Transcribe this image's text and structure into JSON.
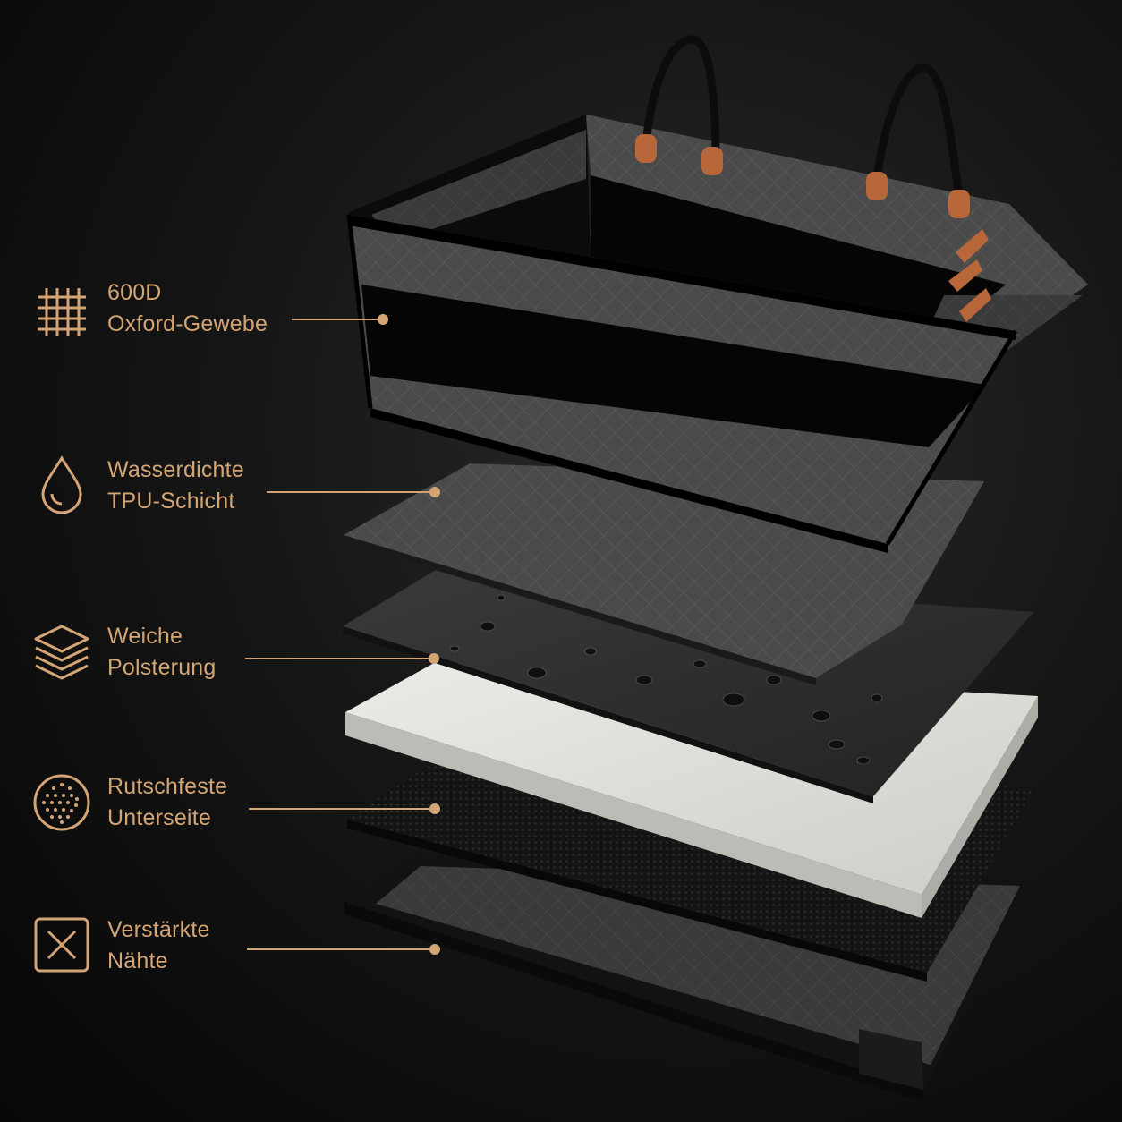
{
  "accent_color": "#d4a574",
  "features": [
    {
      "line1": "600D",
      "line2": "Oxford-Gewebe",
      "icon": "woven-fabric-icon"
    },
    {
      "line1": "Wasserdichte",
      "line2": "TPU-Schicht",
      "icon": "water-drop-icon"
    },
    {
      "line1": "Weiche",
      "line2": "Polsterung",
      "icon": "layers-icon"
    },
    {
      "line1": "Rutschfeste",
      "line2": "Unterseite",
      "icon": "dotted-circle-icon"
    },
    {
      "line1": "Verstärkte",
      "line2": "Nähte",
      "icon": "cross-stitch-icon"
    }
  ]
}
